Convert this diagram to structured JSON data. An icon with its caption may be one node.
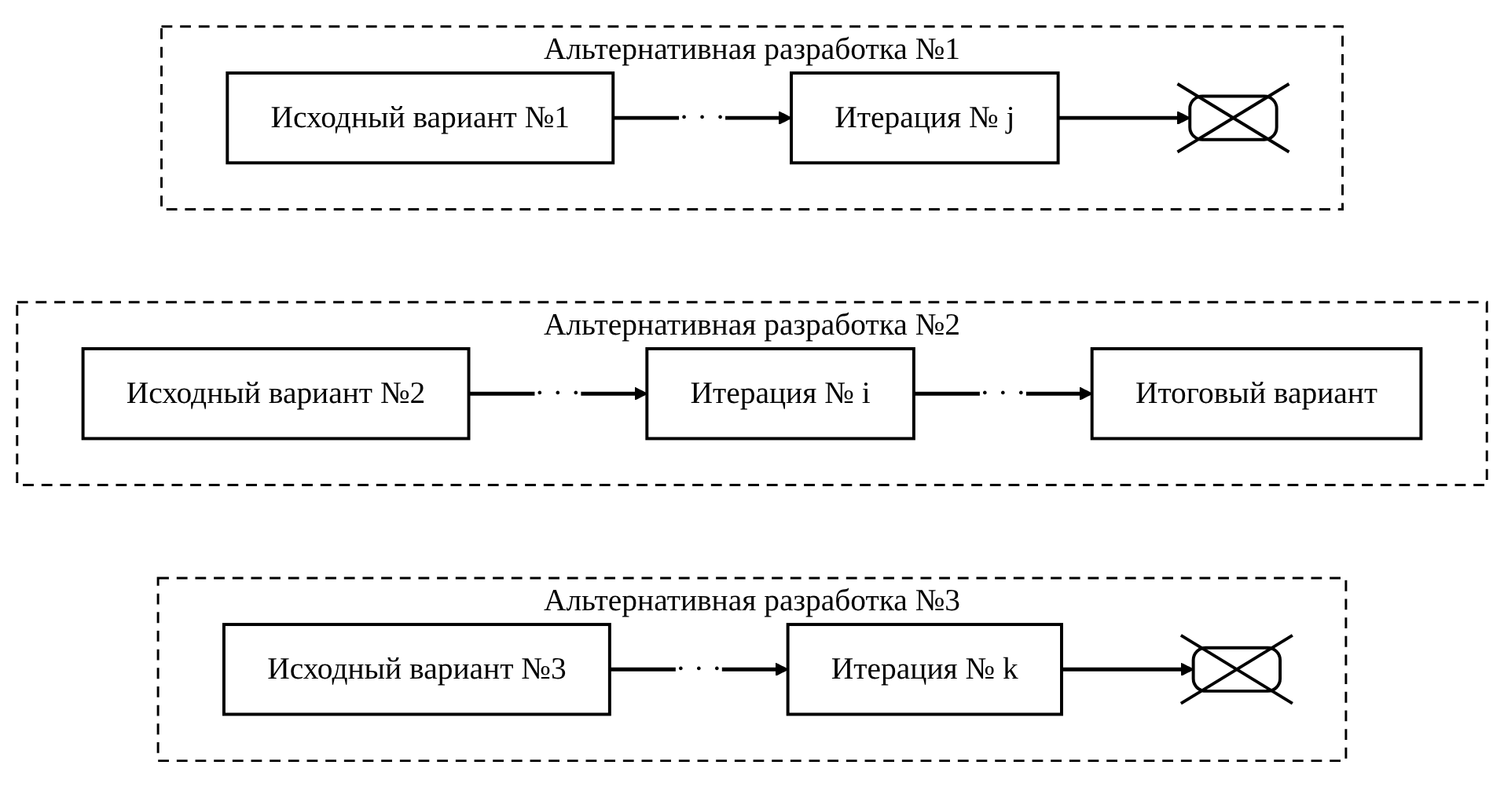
{
  "diagram": {
    "nodes": [
      {
        "text": [
          "Альтернативная разработка №1"
        ]
      },
      {
        "text": [
          "Исходный вариант №1"
        ],
        "in": 0
      },
      {
        "text": [
          "Итерация № j"
        ],
        "in": 0
      },
      {
        "text": [],
        "shape": "box",
        "in": 0
      },
      {
        "text": [
          "Альтернативная разработка №2"
        ]
      },
      {
        "text": [
          "Исходный вариант №2"
        ],
        "in": 4
      },
      {
        "text": [
          "Итерация № i"
        ],
        "in": 4
      },
      {
        "text": [
          "Итоговый вариант"
        ],
        "in": 4
      },
      {
        "text": [
          "Альтернативная разработка №3"
        ]
      },
      {
        "text": [
          "Исходный вариант №3"
        ],
        "in": 8
      },
      {
        "text": [
          "Итерация № k"
        ],
        "in": 8
      },
      {
        "text": [],
        "shape": "box",
        "in": 8
      }
    ],
    "edges": [
      {
        "from": 1,
        "to": 2,
        "arrow": "to",
        "label": "· · ·"
      },
      {
        "from": 2,
        "to": 3,
        "arrow": "to"
      },
      {
        "from": 5,
        "to": 6,
        "arrow": "to",
        "label": "· · ·"
      },
      {
        "from": 6,
        "to": 7,
        "arrow": "to",
        "label": "· · ·"
      },
      {
        "from": 9,
        "to": 10,
        "arrow": "to",
        "label": "· · ·"
      },
      {
        "from": 10,
        "to": 11,
        "arrow": "to"
      }
    ]
  }
}
